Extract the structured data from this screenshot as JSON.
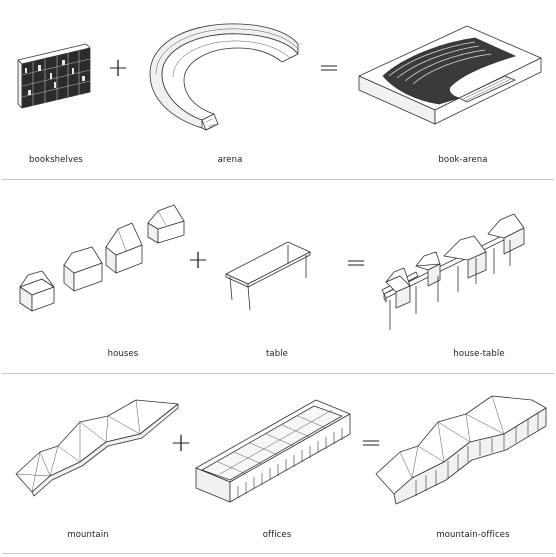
{
  "rows": [
    {
      "left": "bookshelves",
      "middle": "arena",
      "right": "book-arena",
      "op1": "+",
      "op2": "="
    },
    {
      "left": "houses",
      "middle": "table",
      "right": "house-table",
      "op1": "+",
      "op2": "="
    },
    {
      "left": "mountain",
      "middle": "offices",
      "right": "mountain-offices",
      "op1": "+",
      "op2": "="
    }
  ]
}
